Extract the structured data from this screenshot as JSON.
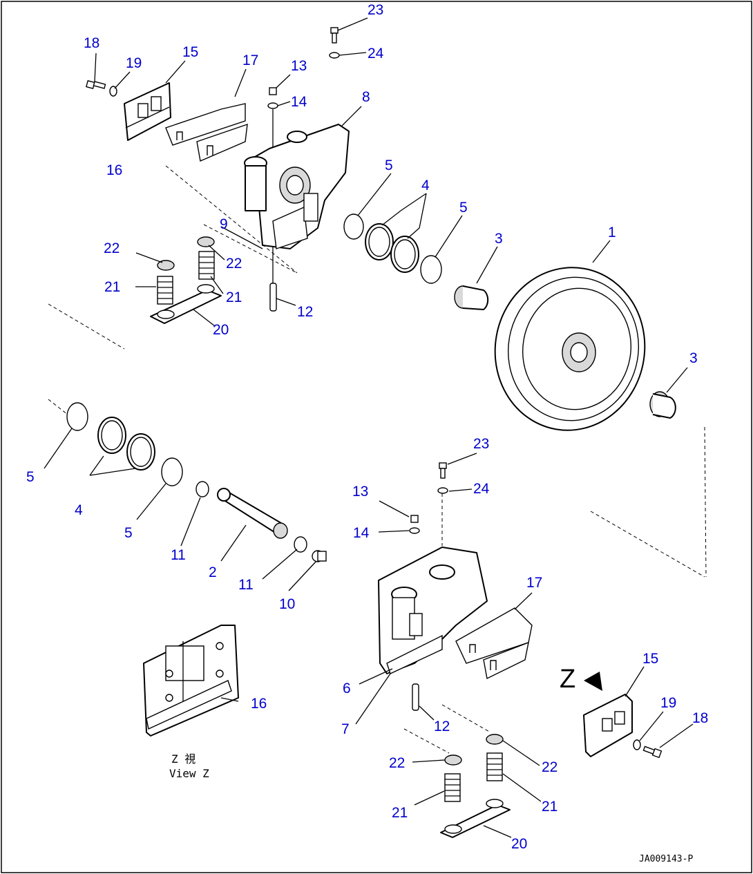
{
  "diagram": {
    "drawing_code": "JA009143-P",
    "view_caption_native": "Z 視",
    "view_caption_en": "View Z",
    "view_arrow_letter": "Z",
    "labels": [
      {
        "id": "l23a",
        "text": "23"
      },
      {
        "id": "l24a",
        "text": "24"
      },
      {
        "id": "l18a",
        "text": "18"
      },
      {
        "id": "l19a",
        "text": "19"
      },
      {
        "id": "l15a",
        "text": "15"
      },
      {
        "id": "l17a",
        "text": "17"
      },
      {
        "id": "l13a",
        "text": "13"
      },
      {
        "id": "l14a",
        "text": "14"
      },
      {
        "id": "l8",
        "text": "8"
      },
      {
        "id": "l16a",
        "text": "16"
      },
      {
        "id": "l5a",
        "text": "5"
      },
      {
        "id": "l4a",
        "text": "4"
      },
      {
        "id": "l5b",
        "text": "5"
      },
      {
        "id": "l9",
        "text": "9"
      },
      {
        "id": "l3a",
        "text": "3"
      },
      {
        "id": "l1",
        "text": "1"
      },
      {
        "id": "l22a",
        "text": "22"
      },
      {
        "id": "l22b",
        "text": "22"
      },
      {
        "id": "l21a",
        "text": "21"
      },
      {
        "id": "l21b",
        "text": "21"
      },
      {
        "id": "l12a",
        "text": "12"
      },
      {
        "id": "l20a",
        "text": "20"
      },
      {
        "id": "l3b",
        "text": "3"
      },
      {
        "id": "l5c",
        "text": "5"
      },
      {
        "id": "l4b",
        "text": "4"
      },
      {
        "id": "l5d",
        "text": "5"
      },
      {
        "id": "l11a",
        "text": "11"
      },
      {
        "id": "l2",
        "text": "2"
      },
      {
        "id": "l11b",
        "text": "11"
      },
      {
        "id": "l10",
        "text": "10"
      },
      {
        "id": "l23b",
        "text": "23"
      },
      {
        "id": "l24b",
        "text": "24"
      },
      {
        "id": "l13b",
        "text": "13"
      },
      {
        "id": "l14b",
        "text": "14"
      },
      {
        "id": "l17b",
        "text": "17"
      },
      {
        "id": "l15b",
        "text": "15"
      },
      {
        "id": "l16b",
        "text": "16"
      },
      {
        "id": "l6",
        "text": "6"
      },
      {
        "id": "l7",
        "text": "7"
      },
      {
        "id": "l12b",
        "text": "12"
      },
      {
        "id": "l19b",
        "text": "19"
      },
      {
        "id": "l18b",
        "text": "18"
      },
      {
        "id": "l22c",
        "text": "22"
      },
      {
        "id": "l22d",
        "text": "22"
      },
      {
        "id": "l21c",
        "text": "21"
      },
      {
        "id": "l21d",
        "text": "21"
      },
      {
        "id": "l20b",
        "text": "20"
      }
    ]
  }
}
